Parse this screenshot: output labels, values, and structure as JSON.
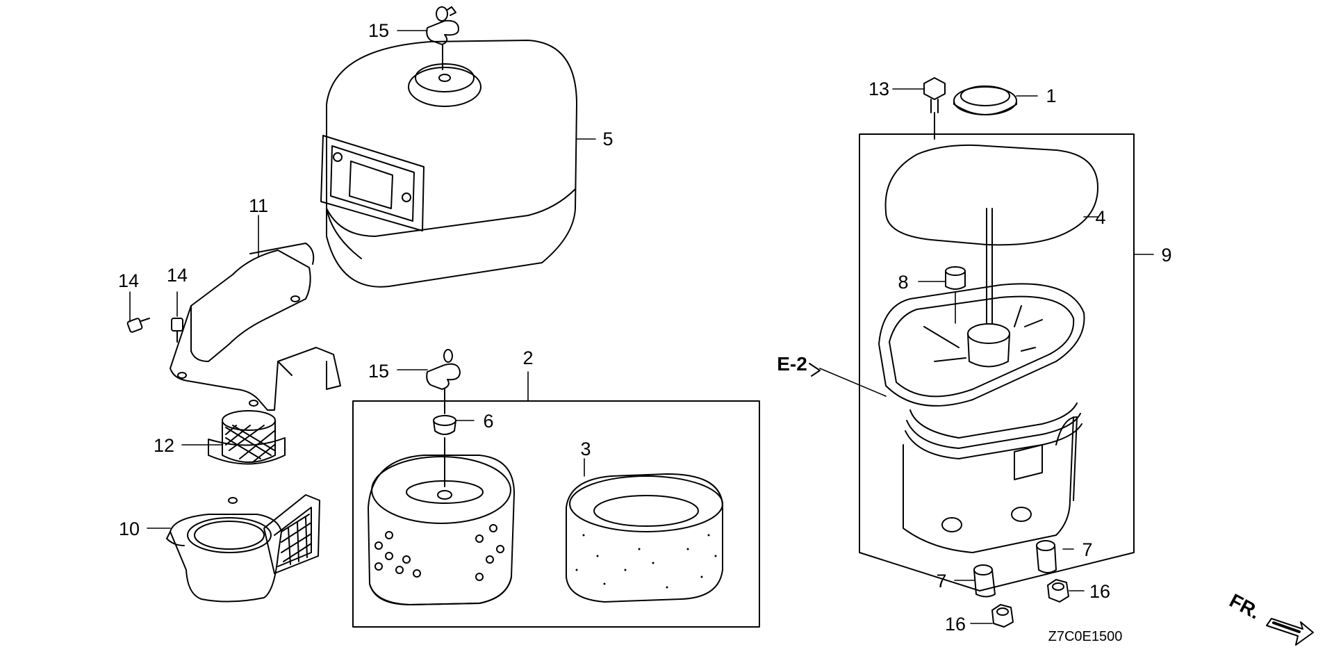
{
  "callouts": {
    "c1": "1",
    "c2": "2",
    "c3": "3",
    "c4": "4",
    "c5": "5",
    "c6": "6",
    "c7a": "7",
    "c7b": "7",
    "c8": "8",
    "c9": "9",
    "c10": "10",
    "c11": "11",
    "c12": "12",
    "c13": "13",
    "c14a": "14",
    "c14b": "14",
    "c15a": "15",
    "c15b": "15",
    "c16a": "16",
    "c16b": "16"
  },
  "reference": "E-2",
  "diagram_code": "Z7C0E1500",
  "front_indicator": "FR.",
  "colors": {
    "line": "#000000",
    "background": "#ffffff"
  },
  "icons": [
    "front-arrow-icon",
    "reference-arrow-icon"
  ]
}
